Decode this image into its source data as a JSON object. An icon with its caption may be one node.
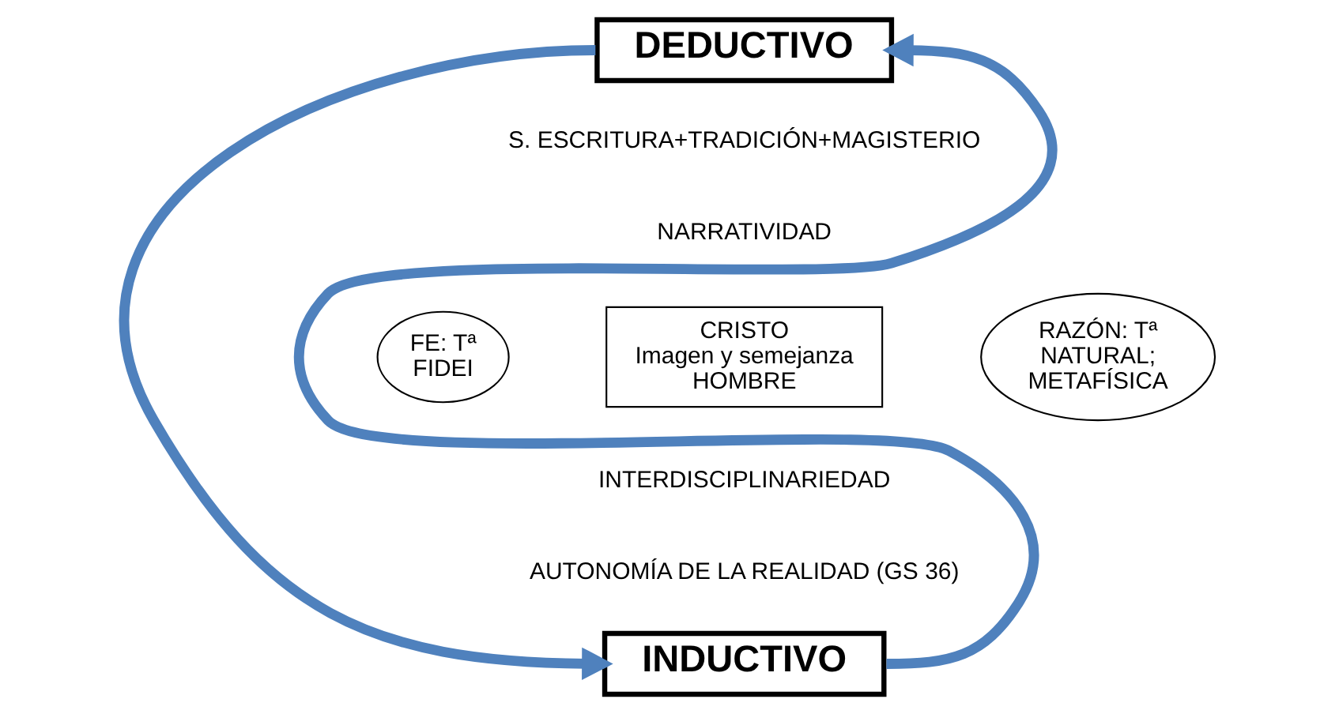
{
  "diagram": {
    "nodes": [
      {
        "text": [
          "DEDUCTIVO"
        ]
      },
      {
        "text": [
          "FE: Tª FIDEI"
        ]
      },
      {
        "text": [
          "CRISTO",
          "Imagen y semejanza",
          "HOMBRE"
        ]
      },
      {
        "text": [
          "RAZÓN: Tª NATURAL; METAFÍSICA"
        ]
      },
      {
        "text": [
          "INDUCTIVO"
        ]
      }
    ],
    "edges": [
      {
        "from": 0,
        "to": 4,
        "arrow": "to",
        "color": "#4f81bd"
      },
      {
        "from": 4,
        "to": 0,
        "arrow": "to",
        "color": "#4f81bd"
      }
    ],
    "labels": [
      "S. ESCRITURA+TRADICIÓN+MAGISTERIO",
      "NARRATIVIDAD",
      "INTERDISCIPLINARIEDAD",
      "AUTONOMÍA DE LA REALIDAD (GS 36)"
    ]
  }
}
